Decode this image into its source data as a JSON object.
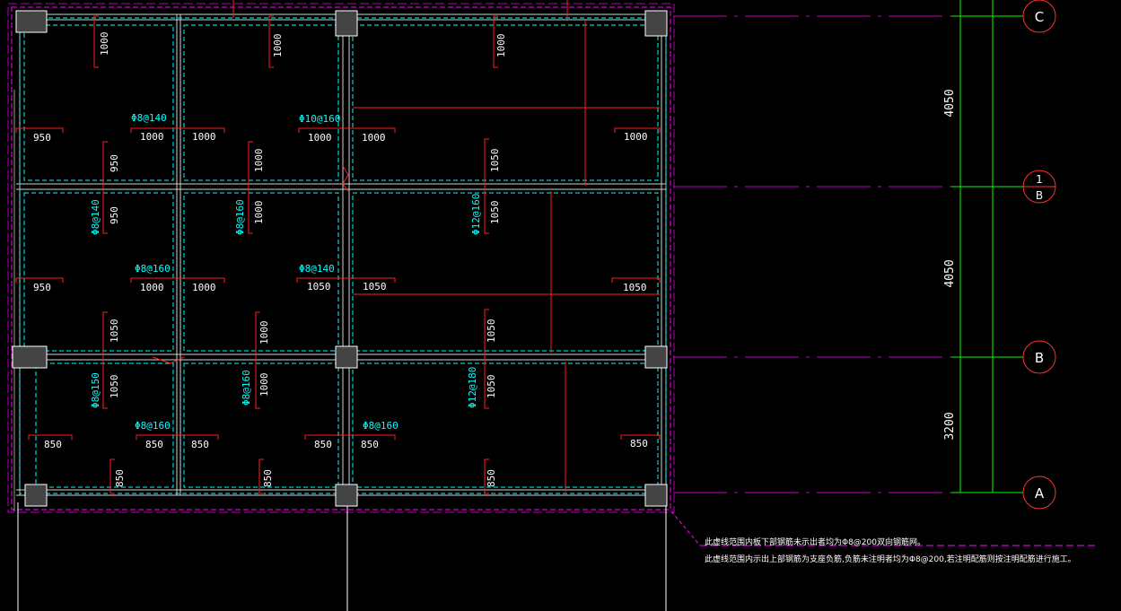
{
  "colors": {
    "background": "#000000",
    "beam_dashed": "#00ffff",
    "rebar_red": "#ff2020",
    "boundary_magenta": "#ff00ff",
    "axis_green": "#00ff00",
    "axis_line": "#c000c0",
    "text": "#ffffff"
  },
  "axes": {
    "bubbles": [
      {
        "id": "C",
        "label": "C"
      },
      {
        "id": "1B",
        "label_top": "1",
        "label_bottom": "B"
      },
      {
        "id": "B",
        "label": "B"
      },
      {
        "id": "A",
        "label": "A"
      }
    ],
    "spacings": [
      "4050",
      "4050",
      "3200"
    ]
  },
  "rebar_labels": [
    "Φ8@140",
    "Φ10@160",
    "Φ8@140",
    "Φ8@160",
    "Φ12@160",
    "Φ8@160",
    "Φ8@140",
    "Φ8@150",
    "Φ8@160",
    "Φ12@180",
    "Φ8@160",
    "Φ8@160"
  ],
  "dimension_labels": [
    "1000",
    "1000",
    "1000",
    "950",
    "1000",
    "1000",
    "1000",
    "1000",
    "1000",
    "950",
    "1000",
    "1050",
    "950",
    "1000",
    "1050",
    "950",
    "1000",
    "1000",
    "1050",
    "1050",
    "1050",
    "1050",
    "1000",
    "1050",
    "1050",
    "1000",
    "1050",
    "850",
    "850",
    "850",
    "850",
    "850",
    "850",
    "850",
    "850",
    "850"
  ],
  "notes": [
    "此虚线范围内板下部钢筋未示出者均为Φ8@200双向钢筋网。",
    "此虚线范围内示出上部钢筋为支座负筋,负筋未注明者均为Φ8@200,若注明配筋则按注明配筋进行施工。"
  ]
}
